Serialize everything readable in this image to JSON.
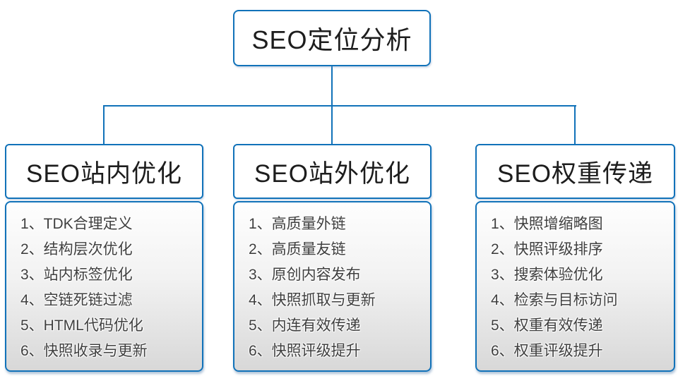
{
  "root": {
    "label": "SEO定位分析"
  },
  "branches": [
    {
      "title": "SEO站内优化",
      "items": [
        "1、TDK合理定义",
        "2、结构层次优化",
        "3、站内标签优化",
        "4、空链死链过滤",
        "5、HTML代码优化",
        "6、快照收录与更新"
      ]
    },
    {
      "title": "SEO站外优化",
      "items": [
        "1、高质量外链",
        "2、高质量友链",
        "3、原创内容发布",
        "4、快照抓取与更新",
        "5、内连有效传递",
        "6、快照评级提升"
      ]
    },
    {
      "title": "SEO权重传递",
      "items": [
        "1、快照增缩略图",
        "2、快照评级排序",
        "3、搜索体验优化",
        "4、检索与目标访问",
        "5、权重有效传递",
        "6、权重评级提升"
      ]
    }
  ],
  "colors": {
    "accent_blue": "#1172b9",
    "title_text": "#1d1d1d",
    "list_text": "#3f3f3f",
    "list_gradient_top": "#fefefe",
    "list_gradient_bottom": "#d8d8d8"
  }
}
